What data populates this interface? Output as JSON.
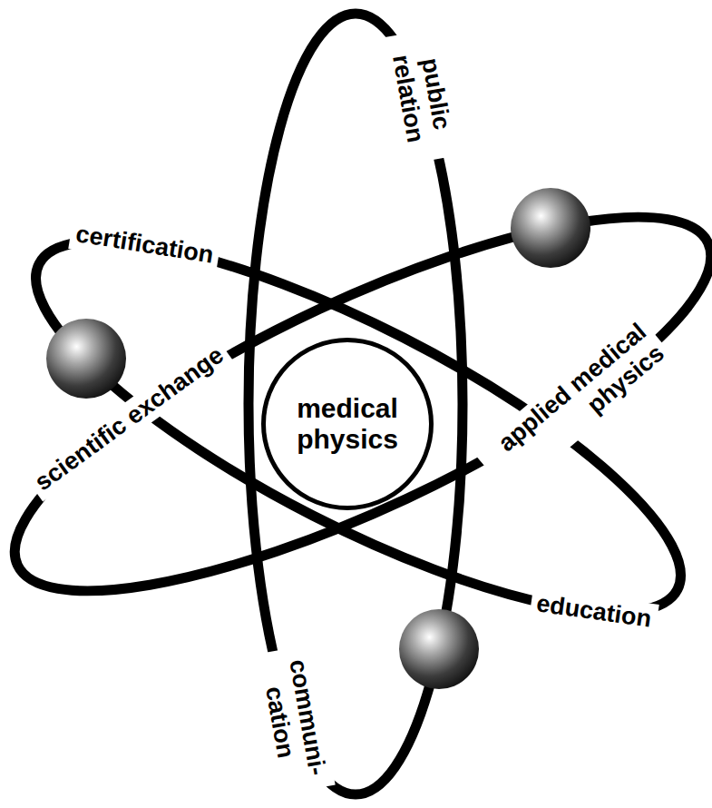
{
  "diagram": {
    "nodes": [
      {
        "text": [
          "medical physics"
        ]
      }
    ],
    "labels": [
      "public relation",
      "certification",
      "applied medical physics",
      "scientific exchange",
      "education",
      "communi- cation"
    ]
  }
}
